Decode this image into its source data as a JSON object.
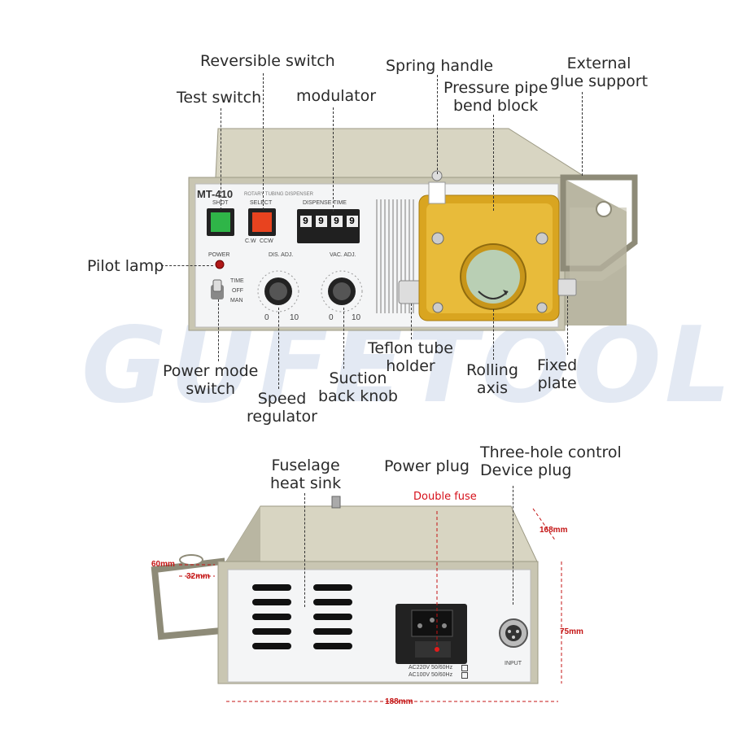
{
  "watermark": "GUFETOOL",
  "front": {
    "model": "MT-410",
    "subtitle": "ROTARY TUBING DISPENSER",
    "shot_label": "SHOT",
    "select_label": "SELECT",
    "dispense_time_label": "DISPENSE  TIME",
    "counter_digits": [
      "9",
      "9",
      "9",
      "9"
    ],
    "cw_label": "C.W",
    "ccw_label": "CCW",
    "power_label": "POWER",
    "dis_adj_label": "DIS. ADJ.",
    "vac_adj_label": "VAC. ADJ.",
    "time_label": "TIME",
    "off_label": "OFF",
    "man_label": "MAN",
    "dis_scale_min": "0",
    "dis_scale_max": "10",
    "vac_scale_min": "0",
    "vac_scale_max": "10"
  },
  "callouts": {
    "reversible_switch": "Reversible switch",
    "spring_handle": "Spring handle",
    "external_glue_support": [
      "External",
      "glue support"
    ],
    "test_switch": "Test switch",
    "modulator": "modulator",
    "pressure_pipe_bend_block": [
      "Pressure pipe",
      "bend block"
    ],
    "pilot_lamp": "Pilot lamp",
    "teflon_tube_holder": [
      "Teflon tube",
      "holder"
    ],
    "rolling_axis": [
      "Rolling",
      "axis"
    ],
    "fixed_plate": [
      "Fixed",
      "plate"
    ],
    "power_mode_switch": [
      "Power mode",
      "switch"
    ],
    "suction_back_knob": [
      "Suction",
      "back knob"
    ],
    "speed_regulator": [
      "Speed",
      "regulator"
    ],
    "fuselage_heat_sink": [
      "Fuselage",
      "heat sink"
    ],
    "power_plug": "Power plug",
    "three_hole_control": [
      "Three-hole control",
      "Device plug"
    ],
    "double_fuse": "Double fuse"
  },
  "back": {
    "ac220": "AC220V 50/60Hz",
    "ac100": "AC100V 50/60Hz",
    "input_label": "INPUT"
  },
  "dimensions": {
    "depth": "168mm",
    "holder_width": "60mm",
    "holder_inner": "32mm",
    "height": "75mm",
    "width": "188mm"
  },
  "colors": {
    "chassis": "#c9c6b2",
    "panel": "#f4f5f6",
    "gold": "#d9a520",
    "green_button": "#2fb548",
    "red_button": "#e8431f",
    "dimension_red": "#c41414"
  }
}
